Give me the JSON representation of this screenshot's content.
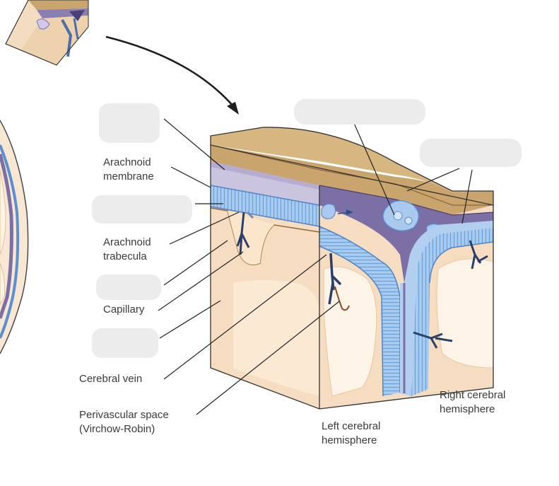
{
  "labels": {
    "arachnoid_membrane": [
      "Arachnoid",
      "membrane"
    ],
    "arachnoid_trabecula": [
      "Arachnoid",
      "trabecula"
    ],
    "capillary": "Capillary",
    "cerebral_vein": "Cerebral vein",
    "perivascular_space": [
      "Perivascular space",
      "(Virchow-Robin)"
    ],
    "left_hemisphere": [
      "Left cerebral",
      "hemisphere"
    ],
    "right_hemisphere": [
      "Right cerebral",
      "hemisphere"
    ]
  },
  "colors": {
    "bone": "#c9a46c",
    "bone_dark": "#a8834e",
    "dura": "#c9c2dd",
    "sinus": "#7b6fa6",
    "arachnoid_blue": "#9ec3ea",
    "brain_tissue": "#f6dcc0",
    "white_matter": "#fdf3e6",
    "leader_line": "#222222",
    "label_blank": "#ececec"
  }
}
